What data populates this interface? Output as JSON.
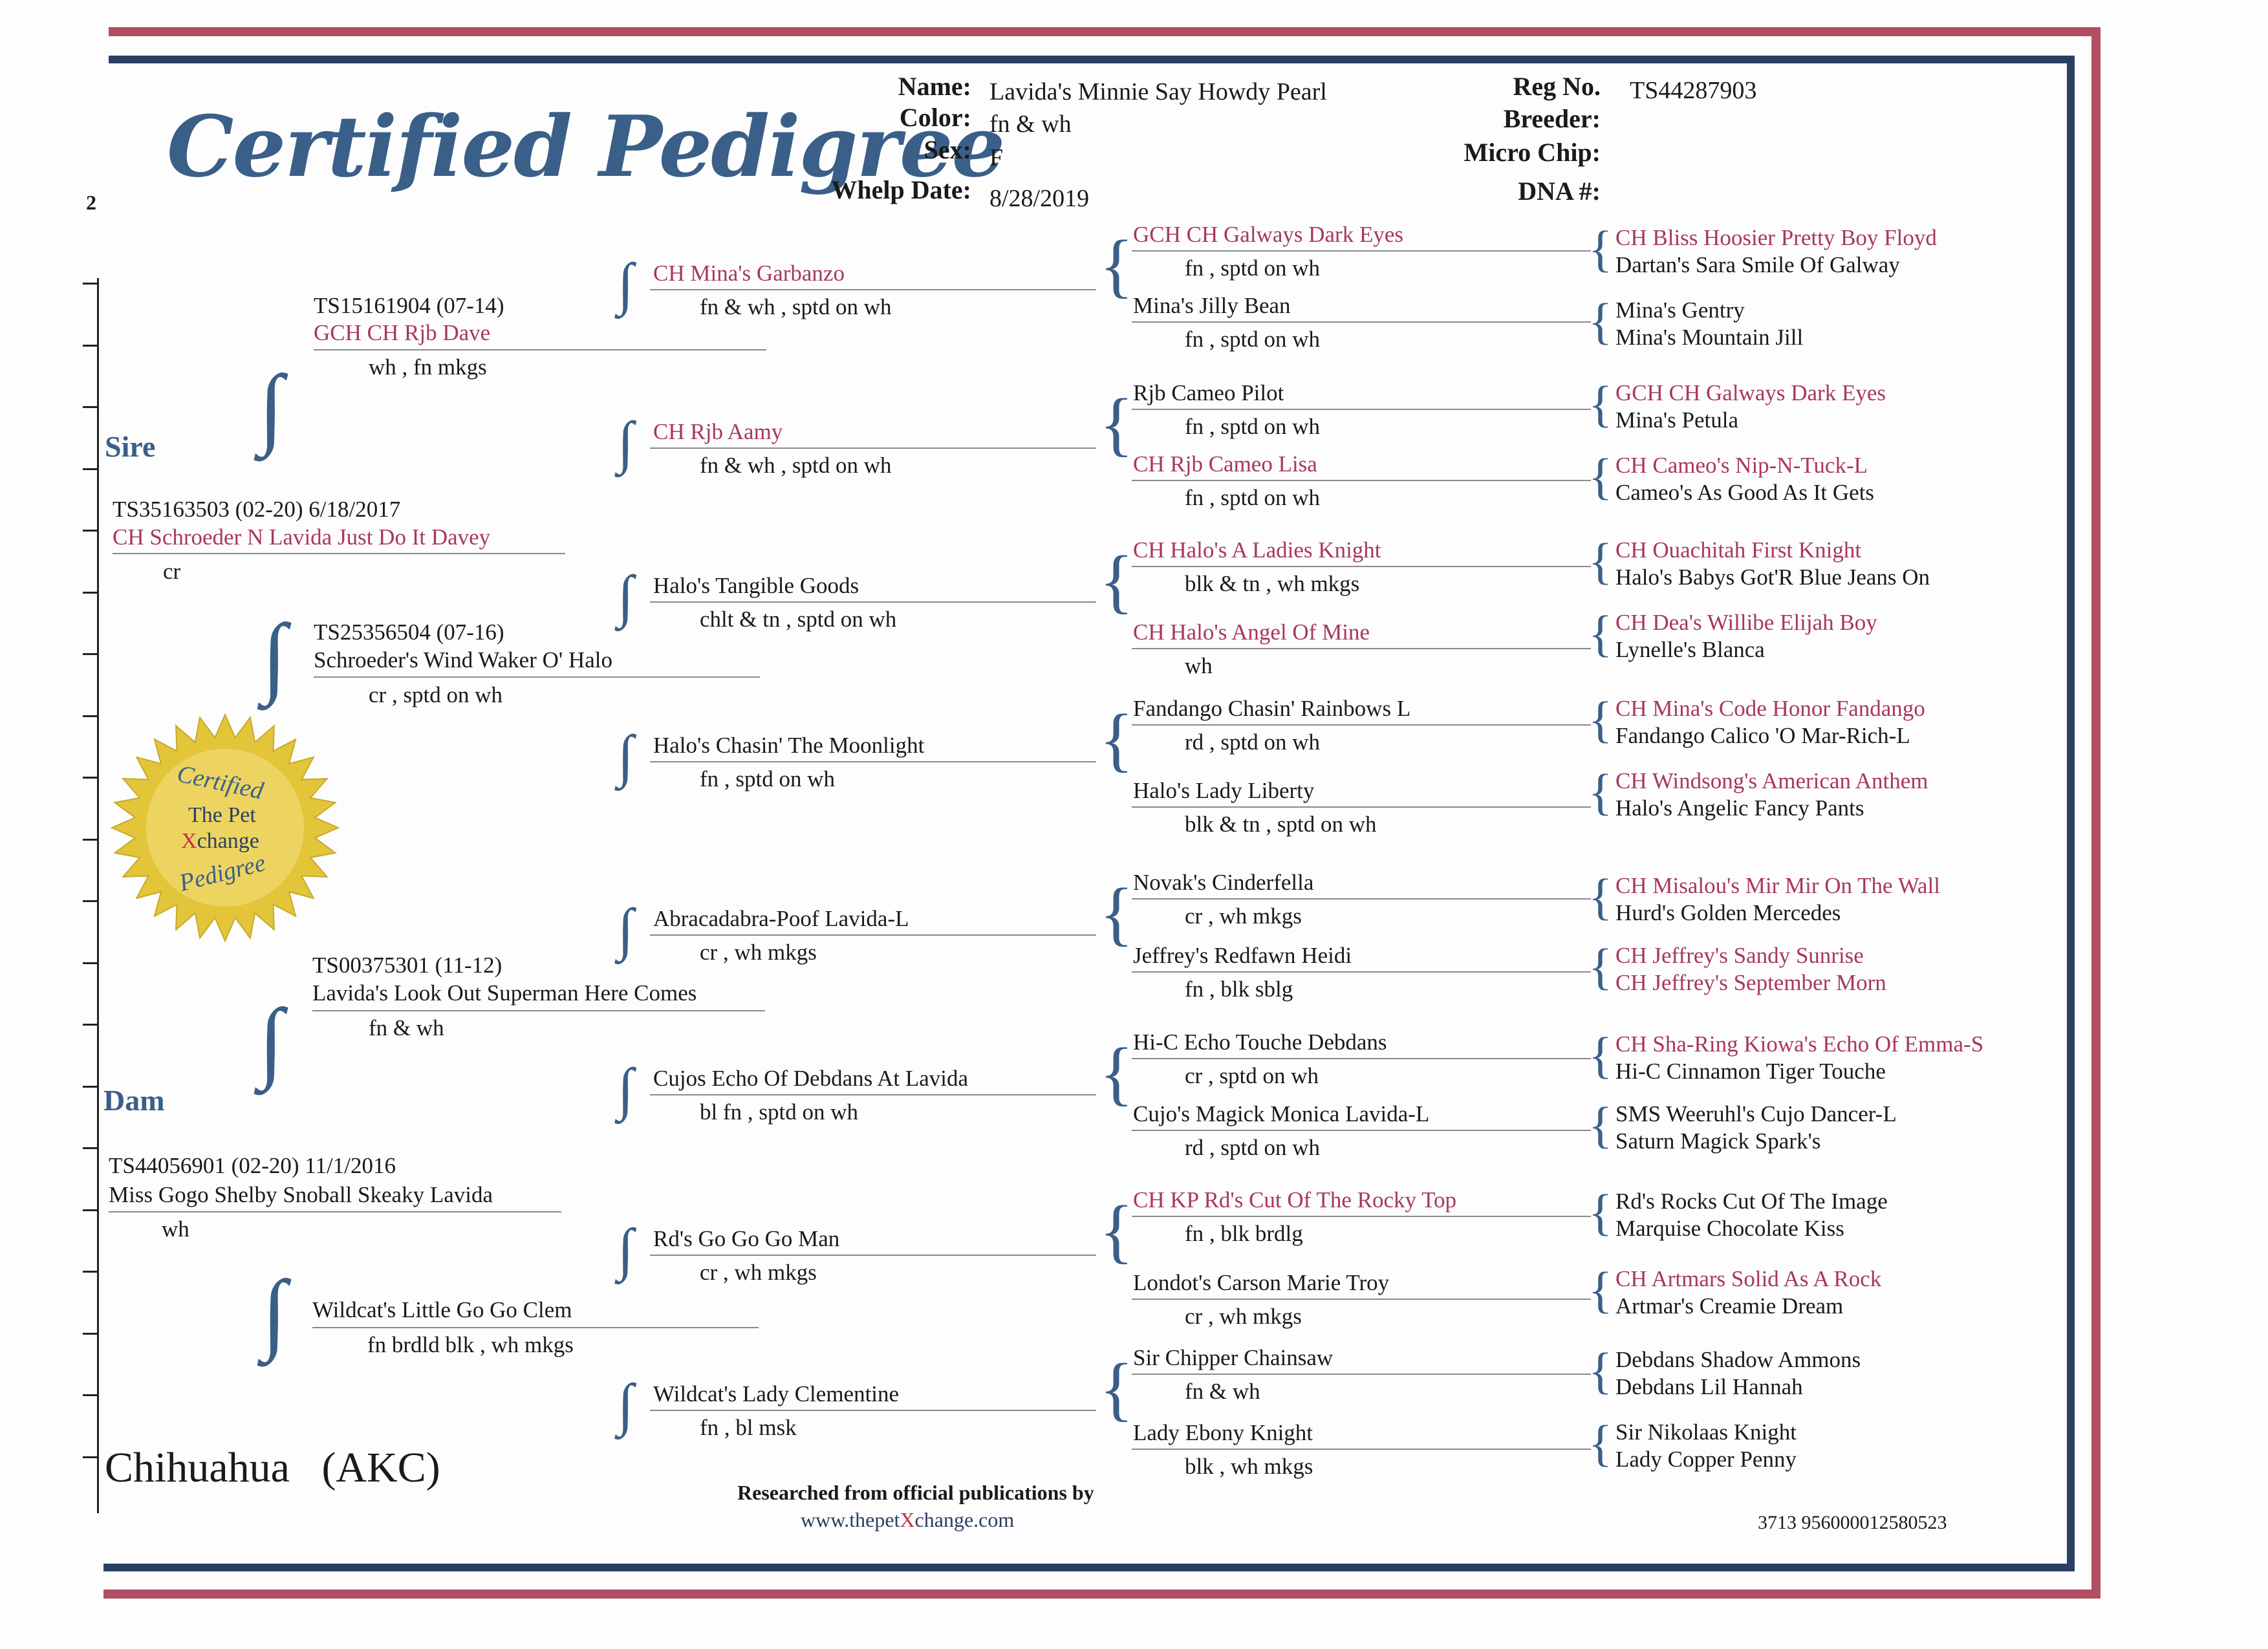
{
  "header": {
    "title": "Certified Pedigree",
    "page_number": "2",
    "name_label": "Name:",
    "name_value": "Lavida's Minnie Say Howdy Pearl",
    "color_label": "Color:",
    "color_value": "fn & wh",
    "sex_label": "Sex:",
    "sex_value": "F",
    "whelp_label": "Whelp Date:",
    "whelp_value": "8/28/2019",
    "reg_label": "Reg No.",
    "reg_value": "TS44287903",
    "breeder_label": "Breeder:",
    "chip_label": "Micro Chip:",
    "dna_label": "DNA #:"
  },
  "sections": {
    "sire": "Sire",
    "dam": "Dam"
  },
  "gen1": {
    "sire": {
      "reg": "TS35163503  (02-20)  6/18/2017",
      "name": "CH Schroeder N Lavida Just Do It Davey",
      "color": "cr"
    },
    "dam": {
      "reg": "TS44056901  (02-20)  11/1/2016",
      "name": "Miss Gogo Shelby Snoball Skeaky Lavida",
      "color": "wh"
    }
  },
  "gen2": [
    {
      "reg": "TS15161904  (07-14)",
      "name": "GCH CH Rjb Dave",
      "color": "wh , fn mkgs"
    },
    {
      "reg": "TS25356504  (07-16)",
      "name": "Schroeder's Wind Waker O' Halo",
      "color": "cr , sptd on wh"
    },
    {
      "reg": "TS00375301  (11-12)",
      "name": "Lavida's Look Out Superman Here Comes",
      "color": "fn & wh"
    },
    {
      "reg": "",
      "name": "Wildcat's Little Go Go Clem",
      "color": "fn brdld blk , wh mkgs"
    }
  ],
  "gen3": [
    {
      "name": "CH Mina's Garbanzo",
      "color": "fn & wh , sptd on wh"
    },
    {
      "name": "CH Rjb Aamy",
      "color": "fn & wh , sptd on wh"
    },
    {
      "name": "Halo's Tangible Goods",
      "color": "chlt & tn , sptd on wh"
    },
    {
      "name": "Halo's Chasin' The Moonlight",
      "color": "fn , sptd on wh"
    },
    {
      "name": "Abracadabra-Poof Lavida-L",
      "color": "cr , wh mkgs"
    },
    {
      "name": "Cujos Echo Of Debdans At Lavida",
      "color": "bl fn , sptd on wh"
    },
    {
      "name": "Rd's Go Go Go Man",
      "color": "cr , wh mkgs"
    },
    {
      "name": "Wildcat's Lady Clementine",
      "color": "fn , bl msk"
    }
  ],
  "gen4": [
    {
      "name": "GCH CH Galways Dark Eyes",
      "color": "fn , sptd on wh"
    },
    {
      "name": "Mina's Jilly Bean",
      "color": "fn , sptd on wh"
    },
    {
      "name": "Rjb Cameo Pilot",
      "color": "fn , sptd on wh"
    },
    {
      "name": "CH Rjb Cameo Lisa",
      "color": "fn , sptd on wh"
    },
    {
      "name": "CH Halo's A Ladies Knight",
      "color": "blk & tn , wh mkgs"
    },
    {
      "name": "CH Halo's Angel Of Mine",
      "color": "wh"
    },
    {
      "name": "Fandango Chasin' Rainbows L",
      "color": "rd , sptd on wh"
    },
    {
      "name": "Halo's Lady Liberty",
      "color": "blk & tn , sptd on wh"
    },
    {
      "name": "Novak's Cinderfella",
      "color": "cr , wh mkgs"
    },
    {
      "name": "Jeffrey's Redfawn Heidi",
      "color": "fn , blk sblg"
    },
    {
      "name": "Hi-C Echo Touche Debdans",
      "color": "cr , sptd on wh"
    },
    {
      "name": "Cujo's Magick Monica Lavida-L",
      "color": "rd , sptd on wh"
    },
    {
      "name": "CH KP Rd's Cut Of The Rocky Top",
      "color": "fn , blk brdlg"
    },
    {
      "name": "Londot's Carson Marie Troy",
      "color": "cr , wh mkgs"
    },
    {
      "name": "Sir Chipper Chainsaw",
      "color": "fn & wh"
    },
    {
      "name": "Lady Ebony Knight",
      "color": "blk , wh mkgs"
    }
  ],
  "gen5": [
    "CH Bliss Hoosier Pretty Boy Floyd",
    "Dartan's Sara Smile Of Galway",
    "Mina's Gentry",
    "Mina's Mountain Jill",
    "GCH CH Galways Dark Eyes",
    "Mina's Petula",
    "CH Cameo's Nip-N-Tuck-L",
    "Cameo's As Good As It Gets",
    "CH Ouachitah First Knight",
    "Halo's Babys Got'R Blue Jeans On",
    "CH Dea's Willibe Elijah Boy",
    "Lynelle's Blanca",
    "CH Mina's Code Honor Fandango",
    "Fandango Calico 'O Mar-Rich-L",
    "CH Windsong's American Anthem",
    "Halo's Angelic Fancy Pants",
    "CH Misalou's Mir Mir On The Wall",
    "Hurd's Golden Mercedes",
    "CH Jeffrey's Sandy Sunrise",
    "CH Jeffrey's September Morn",
    "CH Sha-Ring Kiowa's Echo Of Emma-S",
    "Hi-C Cinnamon Tiger Touche",
    "SMS Weeruhl's Cujo Dancer-L",
    "Saturn Magick Spark's",
    "Rd's Rocks Cut Of The Image",
    "Marquise Chocolate Kiss",
    "CH Artmars Solid As A Rock",
    "Artmar's Creamie Dream",
    "Debdans Shadow Ammons",
    "Debdans Lil Hannah",
    "Sir Nikolaas Knight",
    "Lady Copper Penny"
  ],
  "seal": {
    "line1": "Certified",
    "line2": "The Pet",
    "line3_x": "X",
    "line3_rest": "change",
    "line4": "Pedigree"
  },
  "footer": {
    "breed": "Chihuahua   (AKC)",
    "researched": "Researched from official publications by",
    "url_pre": "www.thepet",
    "url_x": "X",
    "url_post": "change.com",
    "code": "3713 956000012580523"
  },
  "colors": {
    "navy": "#2b3f63",
    "red": "#a8385a",
    "blue": "#3a5f88",
    "gold": "#e3c53a"
  }
}
